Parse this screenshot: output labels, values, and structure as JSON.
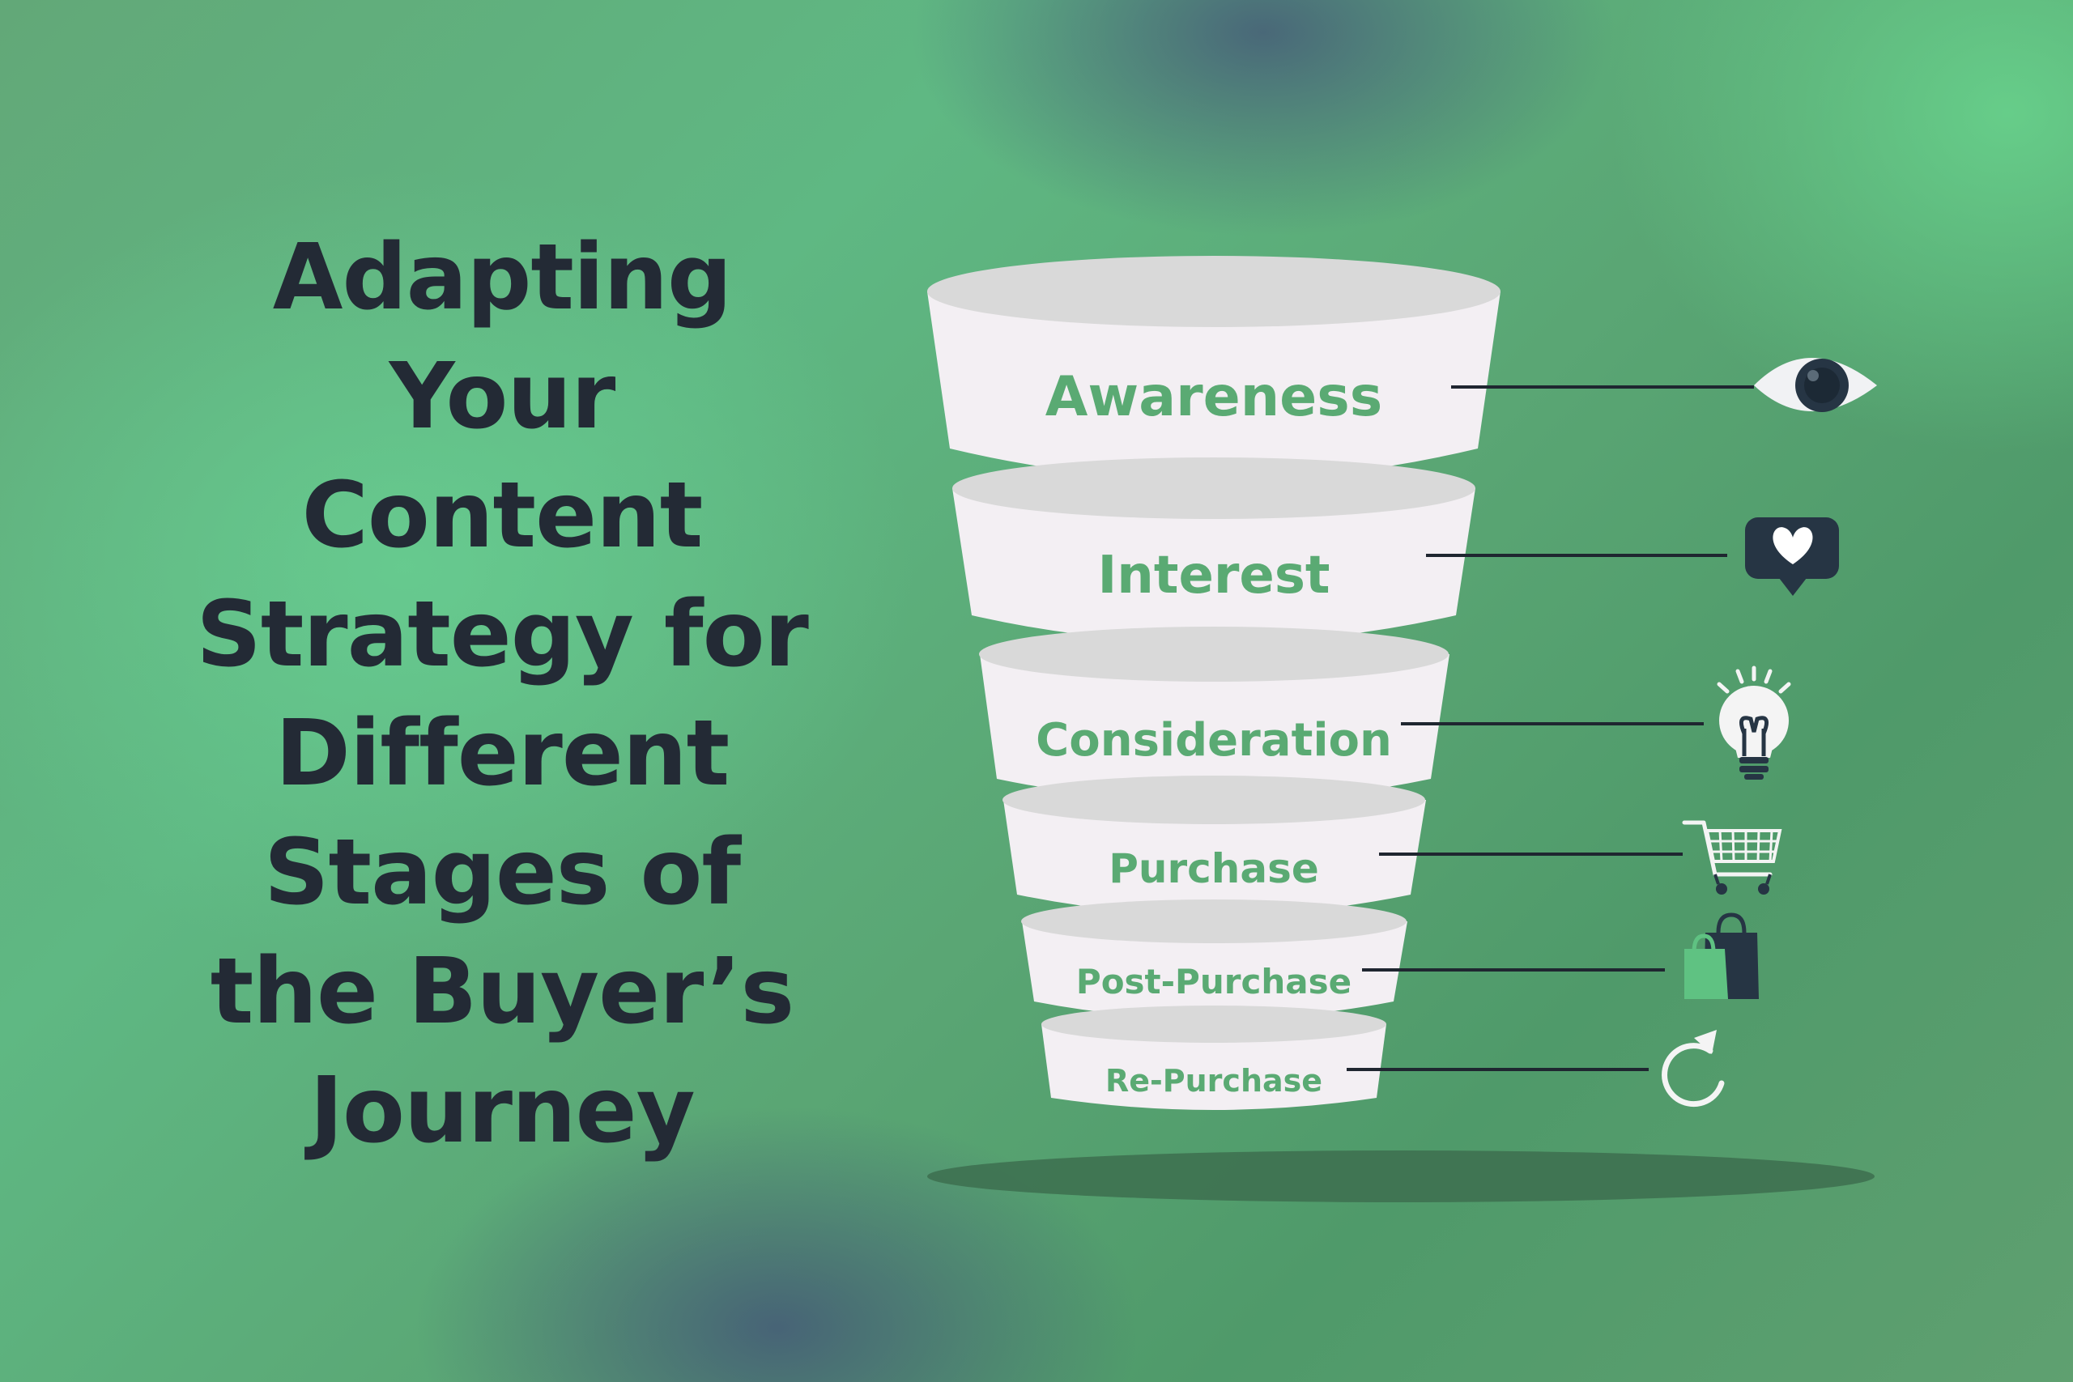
{
  "title": {
    "lines": [
      "Adapting",
      "Your",
      "Content",
      "Strategy for",
      "Different",
      "Stages of",
      "the Buyer’s",
      "Journey"
    ]
  },
  "funnel": {
    "stages": [
      {
        "label": "Awareness",
        "icon": "eye-icon"
      },
      {
        "label": "Interest",
        "icon": "heart-speech-bubble-icon"
      },
      {
        "label": "Consideration",
        "icon": "lightbulb-icon"
      },
      {
        "label": "Purchase",
        "icon": "shopping-cart-icon"
      },
      {
        "label": "Post-Purchase",
        "icon": "shopping-bags-icon"
      },
      {
        "label": "Re-Purchase",
        "icon": "refresh-arrow-icon"
      }
    ]
  },
  "colors": {
    "title_text": "#232a35",
    "stage_text": "#5aaa73",
    "funnel_body": "#f3eff3",
    "funnel_top": "#d9d9d9",
    "connector_line": "#1f2630",
    "icon_dark": "#263544",
    "icon_green": "#5fc282"
  }
}
